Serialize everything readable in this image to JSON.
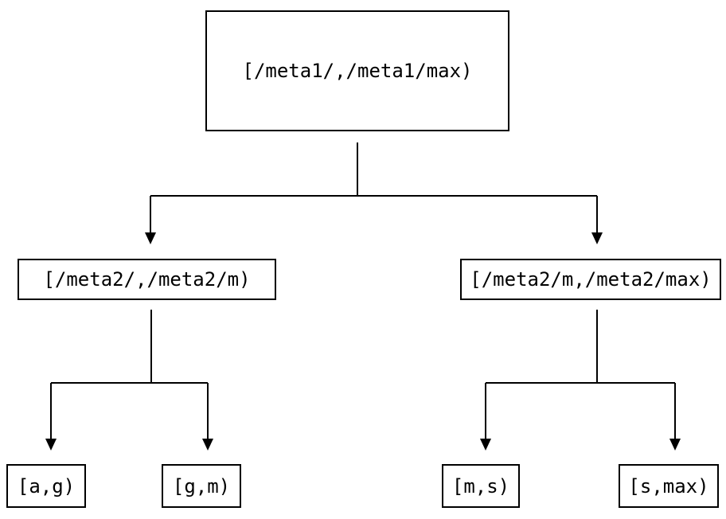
{
  "page": {
    "background_color": "#ffffff",
    "line_color": "#000000",
    "text_color": "#000000"
  },
  "diagram": {
    "type": "tree",
    "nodes": {
      "root": {
        "label": "[/meta1/,/meta1/max)"
      },
      "meta2_low": {
        "label": "[/meta2/,/meta2/m)"
      },
      "meta2_high": {
        "label": "[/meta2/m,/meta2/max)"
      },
      "leaf_ag": {
        "label": "[a,g)"
      },
      "leaf_gm": {
        "label": "[g,m)"
      },
      "leaf_ms": {
        "label": "[m,s)"
      },
      "leaf_smax": {
        "label": "[s,max)"
      }
    },
    "edges": [
      {
        "from": "root",
        "to": "meta2_low"
      },
      {
        "from": "root",
        "to": "meta2_high"
      },
      {
        "from": "meta2_low",
        "to": "leaf_ag"
      },
      {
        "from": "meta2_low",
        "to": "leaf_gm"
      },
      {
        "from": "meta2_high",
        "to": "leaf_ms"
      },
      {
        "from": "meta2_high",
        "to": "leaf_smax"
      }
    ]
  }
}
